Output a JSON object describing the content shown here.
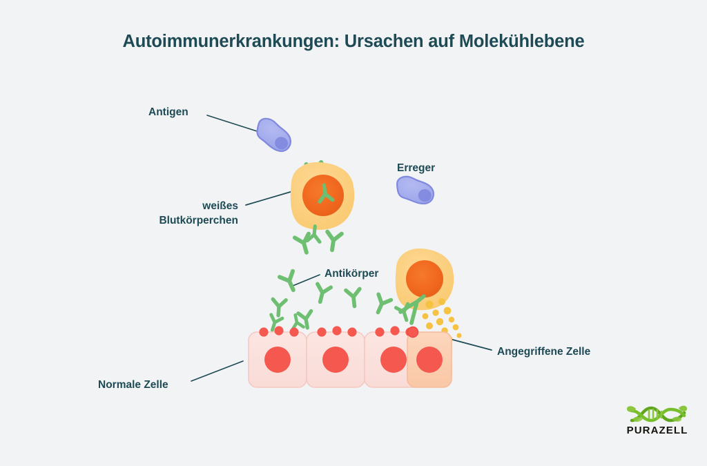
{
  "page": {
    "background_color": "#F2F3F5",
    "title": "Autoimmunerkrankungen: Ursachen auf Molekühlebene",
    "title_color": "#1D4A54"
  },
  "labels": {
    "antigen": "Antigen",
    "white_blood_cell": "weißes Blutkörperchen",
    "pathogen": "Erreger",
    "antibody": "Antikörper",
    "attacked_cell": "Angegriffene Zelle",
    "normal_cell": "Normale Zelle"
  },
  "logo": {
    "name": "PURAZELL",
    "mark": "dna-helix-leaves-icon",
    "color": "#5FA61E",
    "text_color": "#15110C"
  },
  "colors": {
    "label_text": "#1D4A54",
    "leader_line": "#1D4A54",
    "antigen_body": "#A7B0EE",
    "antigen_inner": "#7D86DD",
    "antigen_stroke": "#8089DE",
    "white_blood_cell_body": "#FBD184",
    "white_blood_cell_nucleus": "#F26A22",
    "antibody_green": "#6FBF73",
    "normal_cell_body": "#FBE0DD",
    "normal_cell_stroke": "#F6C8C2",
    "normal_cell_nucleus": "#F4584F",
    "attacked_cell_body": "#FBD0B4",
    "attacked_cell_stroke": "#F5BC9B",
    "receptor_dot": "#F4584F",
    "granule": "#F5C242"
  },
  "diagram": {
    "type": "biology-illustration",
    "subject": "autoimmune-disease-molecular-causes",
    "elements": [
      {
        "name": "antigen",
        "label": "Antigen",
        "shape": "bean",
        "count": 1
      },
      {
        "name": "pathogen",
        "label": "Erreger",
        "shape": "bean",
        "count": 1
      },
      {
        "name": "white-blood-cell",
        "label": "weißes Blutkörperchen",
        "shape": "blob-with-nucleus",
        "count": 2
      },
      {
        "name": "antibody",
        "label": "Antikörper",
        "shape": "y-shape",
        "count": 14
      },
      {
        "name": "normal-cell",
        "label": "Normale Zelle",
        "shape": "rounded-square",
        "count": 3
      },
      {
        "name": "attacked-cell",
        "label": "Angegriffene Zelle",
        "shape": "rounded-square",
        "count": 1
      },
      {
        "name": "granule",
        "shape": "dot",
        "count": 14
      }
    ]
  }
}
